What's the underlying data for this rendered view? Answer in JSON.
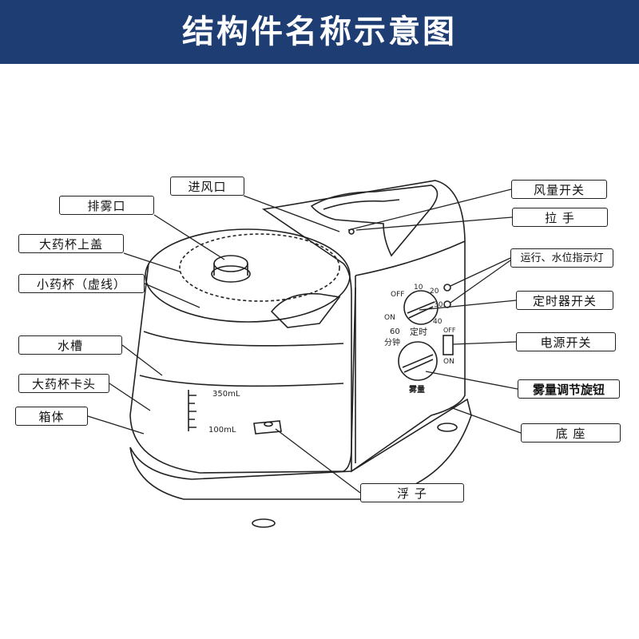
{
  "header": {
    "title": "结构件名称示意图"
  },
  "colors": {
    "header_bg": "#1e3d73",
    "header_text": "#ffffff",
    "line": "#222222"
  },
  "labels": {
    "inlet": "进风口",
    "mist_outlet": "排雾口",
    "big_cup_lid": "大药杯上盖",
    "small_cup": "小药杯（虚线）",
    "water_tank": "水槽",
    "big_cup_clip": "大药杯卡头",
    "housing": "箱体",
    "airflow_switch": "风量开关",
    "handle": "拉  手",
    "indicator_lights": "运行、水位指示灯",
    "timer_switch": "定时器开关",
    "power_switch": "电源开关",
    "mist_knob": "雾量调节旋钮",
    "base": "底  座",
    "float": "浮  子"
  },
  "device_text": {
    "timer_off": "OFF",
    "timer_10": "10",
    "timer_20": "20",
    "timer_30": "30",
    "timer_40": "40",
    "timer_on": "ON",
    "timer_60": "60",
    "minute": "分钟",
    "timer_caption": "定时",
    "power_off": "OFF",
    "power_on": "ON",
    "mist_caption": "雾量",
    "scale_350": "350mL",
    "scale_100": "100mL"
  }
}
